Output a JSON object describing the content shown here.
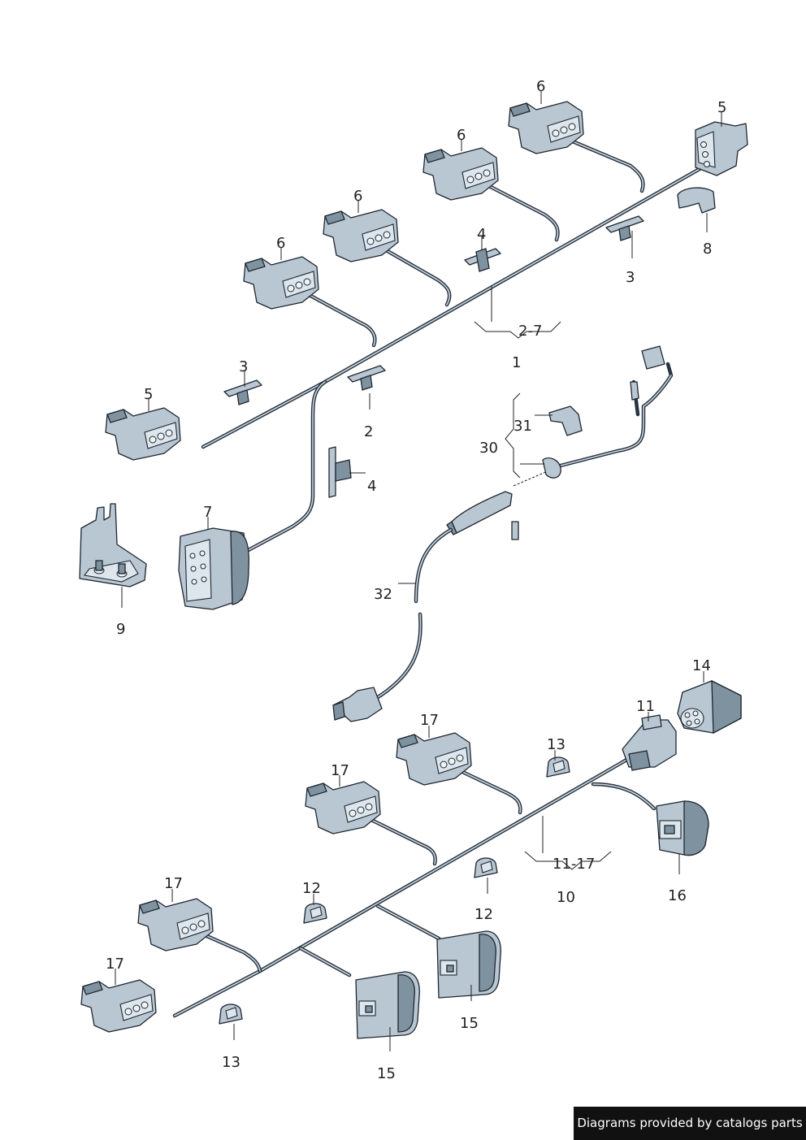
{
  "labels": {
    "l_1": "1",
    "l_2_7": "2-7",
    "l_2": "2",
    "l_3a": "3",
    "l_3b": "3",
    "l_4a": "4",
    "l_4b": "4",
    "l_5a": "5",
    "l_5b": "5",
    "l_6a": "6",
    "l_6b": "6",
    "l_6c": "6",
    "l_6d": "6",
    "l_7": "7",
    "l_8": "8",
    "l_9": "9",
    "l_10": "10",
    "l_11_17": "11-17",
    "l_11": "11",
    "l_12a": "12",
    "l_12b": "12",
    "l_13a": "13",
    "l_13b": "13",
    "l_14": "14",
    "l_15a": "15",
    "l_15b": "15",
    "l_16": "16",
    "l_17a": "17",
    "l_17b": "17",
    "l_17c": "17",
    "l_17d": "17",
    "l_30": "30",
    "l_31": "31",
    "l_32": "32"
  },
  "credit": "Diagrams provided by catalogs parts"
}
